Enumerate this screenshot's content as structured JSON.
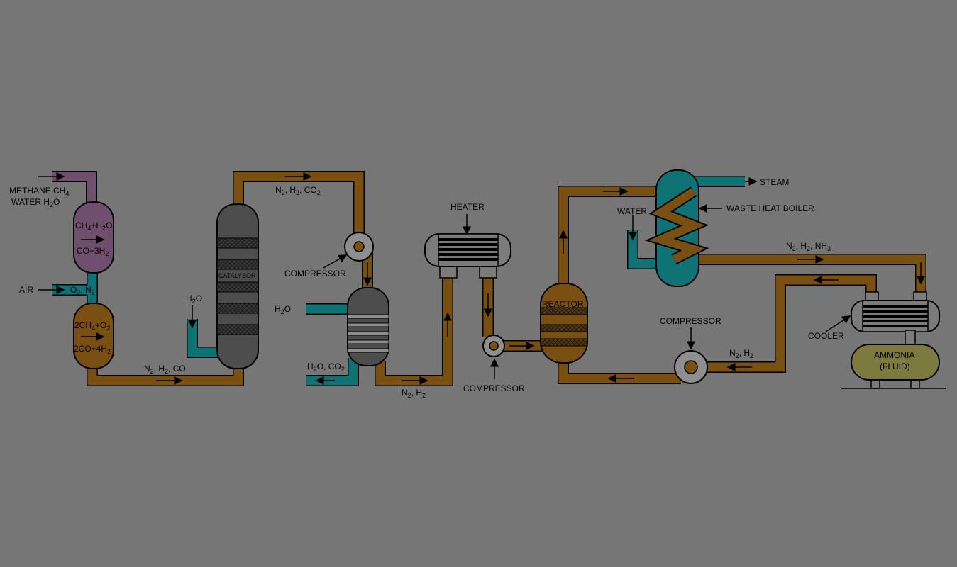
{
  "colors": {
    "background": "#767676",
    "brown_pipe": "#7a4f12",
    "teal_pipe": "#0f7275",
    "purple_vessel": "#6f4e6e",
    "gray_vessel": "#4d4d4d",
    "compressor_gray": "#8e8e8e",
    "heat_exchanger_gray": "#7b7b7b",
    "ammonia_tank": "#7d7a3f"
  },
  "labels": {
    "methane_in": "METHANE CH",
    "methane_sub": "4",
    "water_in": "WATER H",
    "water_in_sub": "2",
    "water_in_tail": "O",
    "air": "AIR",
    "reformer_top_line1": "CH",
    "reformer_top_line1_sub1": "4",
    "reformer_top_line1_mid": "+H",
    "reformer_top_line1_sub2": "2",
    "reformer_top_line1_tail": "O",
    "reformer_top_line2": "CO+3H",
    "reformer_top_line2_sub": "2",
    "o2n2_a": "O",
    "o2n2_sub": "2",
    "o2n2_b": ", N",
    "o2n2_sub2": "2",
    "reformer_bot_line1": "2CH",
    "reformer_bot_line1_sub1": "4",
    "reformer_bot_line1_mid": "+O",
    "reformer_bot_line1_sub2": "2",
    "reformer_bot_line2": "2CO+4H",
    "reformer_bot_line2_sub": "2",
    "stream1_a": "N",
    "stream1_sub1": "2",
    "stream1_b": ", H",
    "stream1_sub2": "2",
    "stream1_c": ", CO",
    "catalysor": "CATALYSOR",
    "h2o_catalysor_a": "H",
    "h2o_catalysor_sub": "2",
    "h2o_catalysor_b": "O",
    "stream2_a": "N",
    "stream2_sub1": "2",
    "stream2_b": ", H",
    "stream2_sub2": "2",
    "stream2_c": ", CO",
    "stream2_sub3": "2",
    "compressor1": "COMPRESSOR",
    "h2o_scrubber_a": "H",
    "h2o_scrubber_sub": "2",
    "h2o_scrubber_b": "O",
    "h2o_co2_a": "H",
    "h2o_co2_sub1": "2",
    "h2o_co2_b": "O, CO",
    "h2o_co2_sub2": "2",
    "stream3_a": "N",
    "stream3_sub1": "2",
    "stream3_b": ", H",
    "stream3_sub2": "2",
    "heater": "HEATER",
    "compressor2": "COMPRESSOR",
    "reactor": "REACTOR",
    "water_boiler": "WATER",
    "steam": "STEAM",
    "waste_heat_boiler": "WASTE HEAT BOILER",
    "stream4_a": "N",
    "stream4_sub1": "2",
    "stream4_b": ", H",
    "stream4_sub2": "2",
    "stream4_c": ", NH",
    "stream4_sub3": "3",
    "compressor3": "COMPRESSOR",
    "stream5_a": "N",
    "stream5_sub1": "2",
    "stream5_b": ", H",
    "stream5_sub2": "2",
    "cooler": "COOLER",
    "ammonia_line1": "AMMONIA",
    "ammonia_line2": "(FLUID)"
  }
}
